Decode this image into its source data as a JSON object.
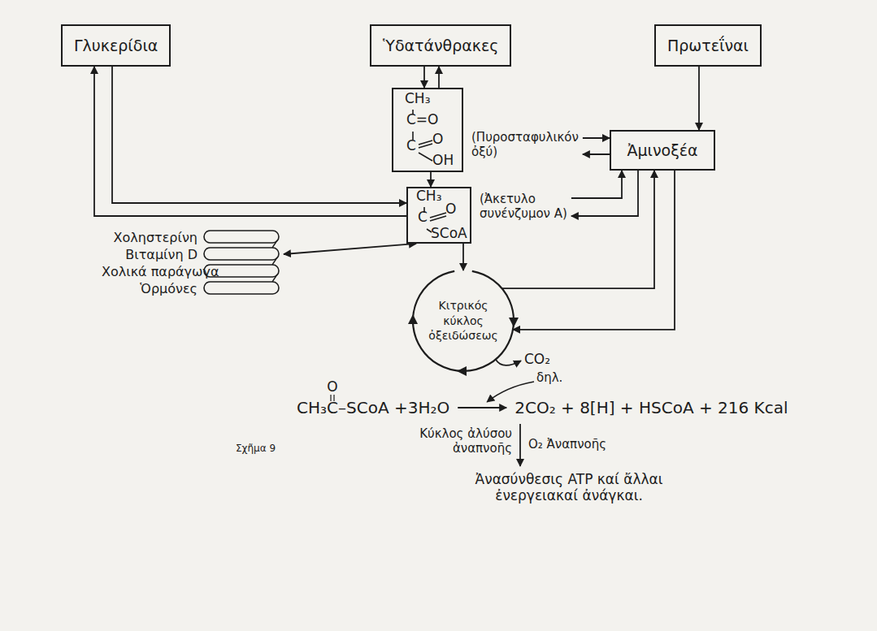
{
  "diagram": {
    "caption": "Σχῆμα 9",
    "nodes": [
      {
        "text": [
          "Γλυκερίδια"
        ]
      },
      {
        "text": [
          "Ὑδατάνθρακες"
        ]
      },
      {
        "text": [
          "Πρωτεΐναι"
        ]
      },
      {
        "text": [
          "CH₃",
          "C=O",
          "C",
          "O",
          "OH",
          "(Πυροσταφυλικόν ὀξύ)"
        ]
      },
      {
        "text": [
          "Ἀμινοξέα"
        ]
      },
      {
        "text": [
          "CH₃",
          "C",
          "O",
          "SCoA",
          "(Ἀκετυλο συνένζυμον A)"
        ]
      },
      {
        "text": [
          "Κιτρικός κύκλος ὀξειδώσεως"
        ]
      },
      {
        "text": [
          "Χοληστερίνη"
        ]
      },
      {
        "text": [
          "Βιταμίνη D"
        ]
      },
      {
        "text": [
          "Χολικά παράγωγα"
        ]
      },
      {
        "text": [
          "Ὁρμόνες"
        ]
      }
    ],
    "edges": [
      {
        "from": 0,
        "to": 5,
        "arrow": "to"
      },
      {
        "from": 5,
        "to": 0,
        "arrow": "to"
      },
      {
        "from": 1,
        "to": 3,
        "arrow": "to"
      },
      {
        "from": 3,
        "to": 1,
        "arrow": "to"
      },
      {
        "from": 3,
        "to": 5,
        "arrow": "to"
      },
      {
        "from": 2,
        "to": 4,
        "arrow": "to"
      },
      {
        "from": 3,
        "to": 4,
        "arrow": "to"
      },
      {
        "from": 4,
        "to": 3,
        "arrow": "to"
      },
      {
        "from": 5,
        "to": 4,
        "arrow": "to"
      },
      {
        "from": 4,
        "to": 5,
        "arrow": "to"
      },
      {
        "from": 6,
        "to": 4,
        "arrow": "to"
      },
      {
        "from": 4,
        "to": 6,
        "arrow": "to"
      },
      {
        "from": 5,
        "to": 6,
        "arrow": "to"
      },
      {
        "from": 5,
        "to": 8,
        "arrow": "both"
      }
    ],
    "labels": [
      "CO₂",
      "δηλ.",
      "O",
      "CH₃C–SCoA +3H₂O",
      "2CO₂ + 8[H] + HSCoA + 216 Kcal",
      "Κύκλος ἀλύσου ἀναπνοῆς",
      "O₂ Ἀναπνοῆς",
      "Ἀνασύνθεσις ATP καί ἄλλαι ἐνεργειακαί ἀνάγκαι."
    ]
  }
}
